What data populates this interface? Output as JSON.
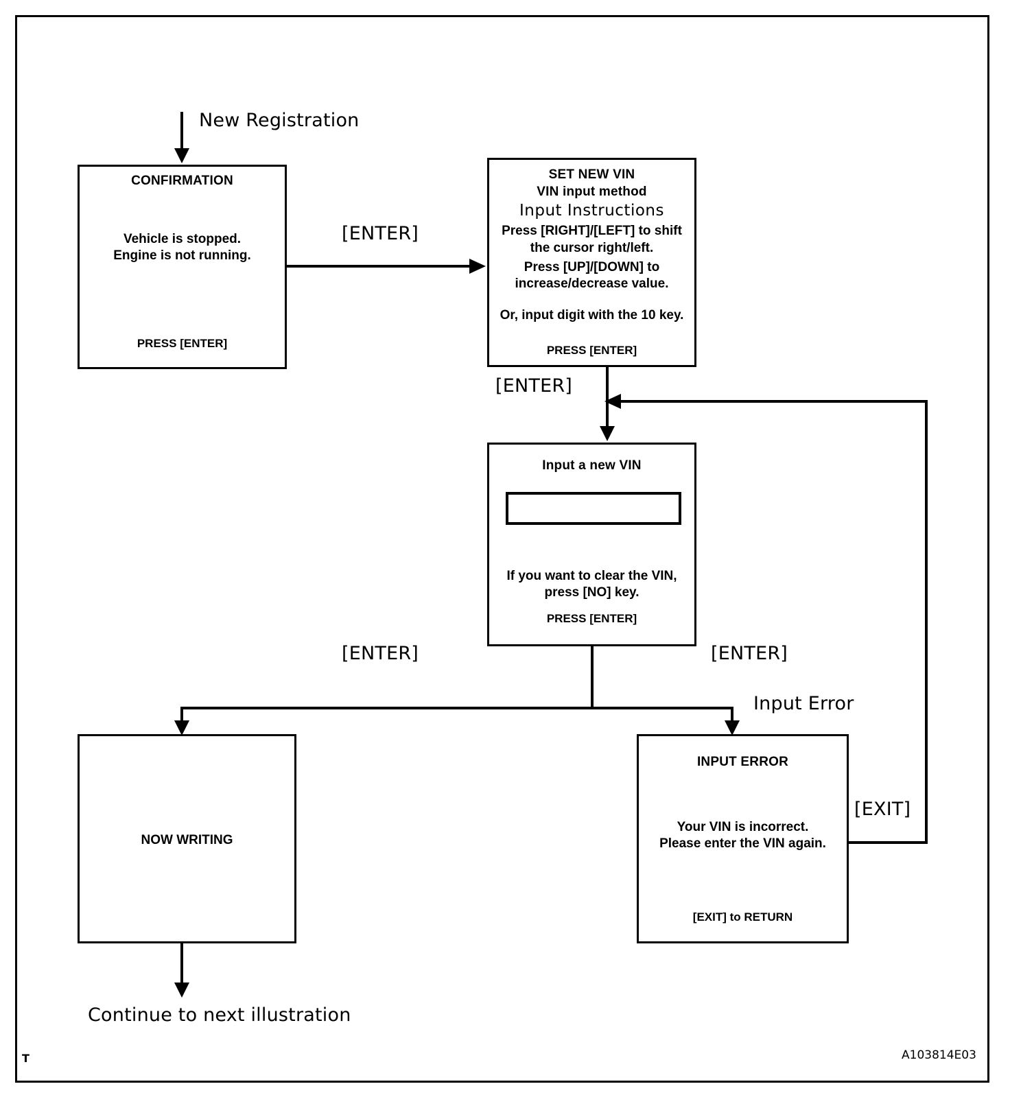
{
  "diagram": {
    "figure_code": "A103814E03",
    "corner_mark": "T",
    "entry_label": "New Registration",
    "exit_label": "Continue to next illustration",
    "nodes": {
      "confirmation": {
        "title": "CONFIRMATION",
        "lines": [
          "Vehicle is stopped.",
          "Engine is not running."
        ],
        "footer": "PRESS [ENTER]"
      },
      "set_new_vin": {
        "title": "SET NEW VIN",
        "subtitle": "VIN input method",
        "heading": "Input Instructions",
        "lines": [
          "Press [RIGHT]/[LEFT] to shift",
          "the cursor right/left.",
          "Press [UP]/[DOWN]  to",
          "increase/decrease value."
        ],
        "extra": "Or, input digit with the 10 key.",
        "footer": "PRESS [ENTER]"
      },
      "input_vin": {
        "title": "Input a new VIN",
        "field_value": "",
        "lines": [
          "If you want to clear the VIN,",
          "press [NO] key."
        ],
        "footer": "PRESS [ENTER]"
      },
      "now_writing": {
        "title": "NOW WRITING"
      },
      "input_error": {
        "title": "INPUT  ERROR",
        "lines": [
          "Your VIN is incorrect.",
          "Please enter the VIN again."
        ],
        "footer": "[EXIT] to RETURN"
      }
    },
    "edges": {
      "confirm_to_setvin": "[ENTER]",
      "setvin_to_input": "[ENTER]",
      "input_to_writing": "[ENTER]",
      "input_to_error": "[ENTER]",
      "error_branch": "Input Error",
      "error_return": "[EXIT]"
    }
  }
}
